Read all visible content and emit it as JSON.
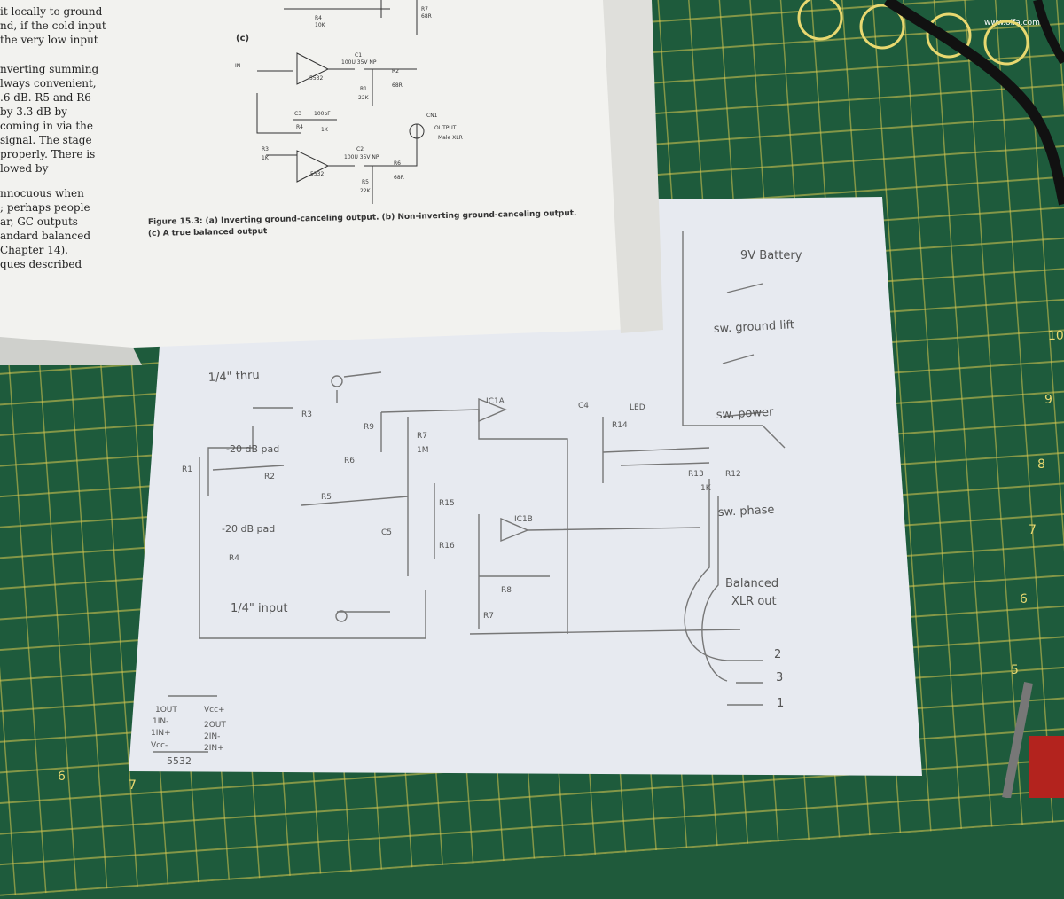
{
  "book": {
    "left_column_lines": [
      "it locally to ground",
      "nd, if the cold input",
      "the very low input",
      "nverting summing",
      "lways convenient,",
      ".6 dB. R5 and R6",
      "by 3.3 dB by",
      "coming in via the",
      "signal. The stage",
      "properly. There is",
      "lowed by",
      "nnocuous when",
      "; perhaps people",
      "ar, GC outputs",
      "andard balanced",
      "Chapter 14).",
      "ques described"
    ],
    "figure_panel_label": "(c)",
    "figure_caption_line1": "Figure 15.3: (a) Inverting ground-canceling output. (b) Non-inverting ground-canceling output.",
    "figure_caption_line2": "(c) A true balanced output",
    "schematic_labels": {
      "in": "IN",
      "r4_top": "R4",
      "r4_top_val": "10K",
      "r7": "R7",
      "r7_val": "68R",
      "c1": "C1",
      "c1_val": "100U 35V NP",
      "r2": "R2",
      "r2_val": "68R",
      "r1": "R1",
      "r1_val": "22K",
      "ic1": "5532",
      "cn1": "CN1",
      "output": "OUTPUT",
      "male_xlr": "Male XLR",
      "c3": "C3",
      "c3_val": "100pF",
      "r4": "R4",
      "r4_val": "1K",
      "r3": "R3",
      "r3_val": "1K",
      "c2": "C2",
      "c2_val": "100U 35V NP",
      "r6": "R6",
      "r6_val": "68R",
      "r5": "R5",
      "r5_val": "22K",
      "ic2": "5532"
    }
  },
  "sketch": {
    "title": "1/4\" thru",
    "battery": "9V Battery",
    "ground_lift": "sw. ground lift",
    "power": "sw. power",
    "phase": "sw. phase",
    "balanced": "Balanced",
    "xlr_out": "XLR out",
    "pin2": "2",
    "pin3": "3",
    "pin1": "1",
    "pad1": "-20 dB pad",
    "pad2": "-20 dB pad",
    "input": "1/4\" input",
    "r1": "R1",
    "r2": "R2",
    "r3": "R3",
    "r4": "R4",
    "r5": "R5",
    "r6": "R6",
    "r7": "R7",
    "r7_val": "1M",
    "r9": "R9",
    "c4": "C4",
    "led": "LED",
    "r14": "R14",
    "r13": "R13",
    "r12": "R12",
    "r12_val": "1K",
    "ic1a": "IC1A",
    "ic1b": "IC1B",
    "r15": "R15",
    "r16": "R16",
    "c5": "C5",
    "r8": "R8",
    "r7b": "R7",
    "pinout": {
      "left": [
        "1OUT",
        "1IN-",
        "1IN+",
        "Vcc-"
      ],
      "right": [
        "Vcc+",
        "2OUT",
        "2IN-",
        "2IN+"
      ],
      "chip": "5532"
    }
  },
  "mat_text": {
    "url": "www.olfa.com",
    "ruler": [
      "10",
      "9",
      "8",
      "7",
      "6",
      "5",
      "6",
      "7"
    ]
  },
  "colors": {
    "mat": "#1e5b3c",
    "grid": "#d7c850",
    "paper": "#e9ecf2",
    "book_page": "#f2f2f0",
    "pencil": "#555555"
  }
}
